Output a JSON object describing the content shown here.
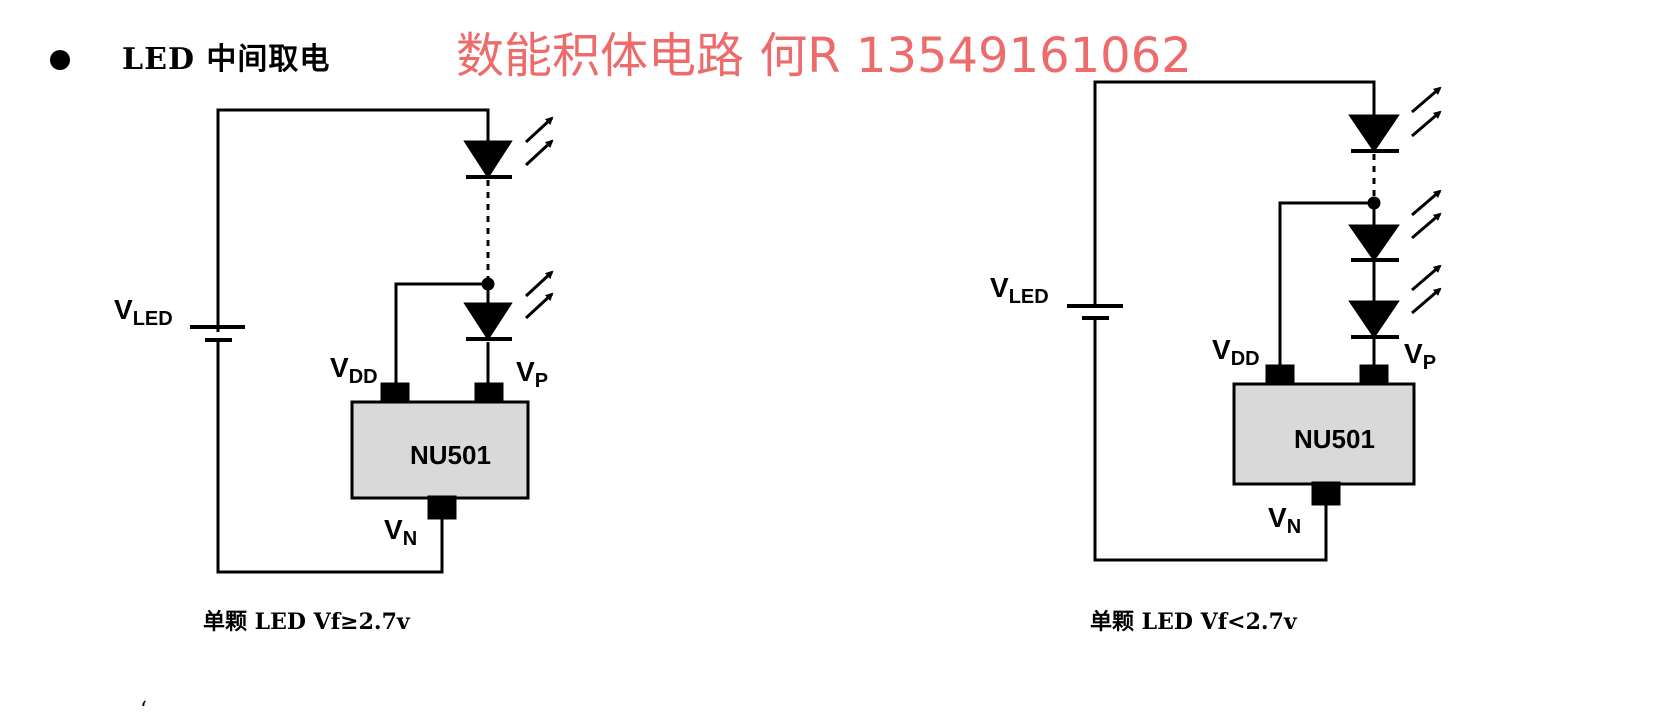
{
  "page": {
    "heading": "LED 中间取电",
    "watermark": "数能积体电路  何R 13549161062"
  },
  "left_circuit": {
    "source": {
      "main": "V",
      "sub": "LED"
    },
    "vdd": {
      "main": "V",
      "sub": "DD"
    },
    "vp": {
      "main": "V",
      "sub": "P"
    },
    "vn": {
      "main": "V",
      "sub": "N"
    },
    "chip": "NU501",
    "caption": "单颗 LED Vf≥2.7v"
  },
  "right_circuit": {
    "source": {
      "main": "V",
      "sub": "LED"
    },
    "vdd": {
      "main": "V",
      "sub": "DD"
    },
    "vp": {
      "main": "V",
      "sub": "P"
    },
    "vn": {
      "main": "V",
      "sub": "N"
    },
    "chip": "NU501",
    "caption": "单颗 LED Vf<2.7v"
  },
  "colors": {
    "wire": "#000000",
    "chip_fill": "#d9d9d9",
    "watermark": "#ee6b6b"
  }
}
